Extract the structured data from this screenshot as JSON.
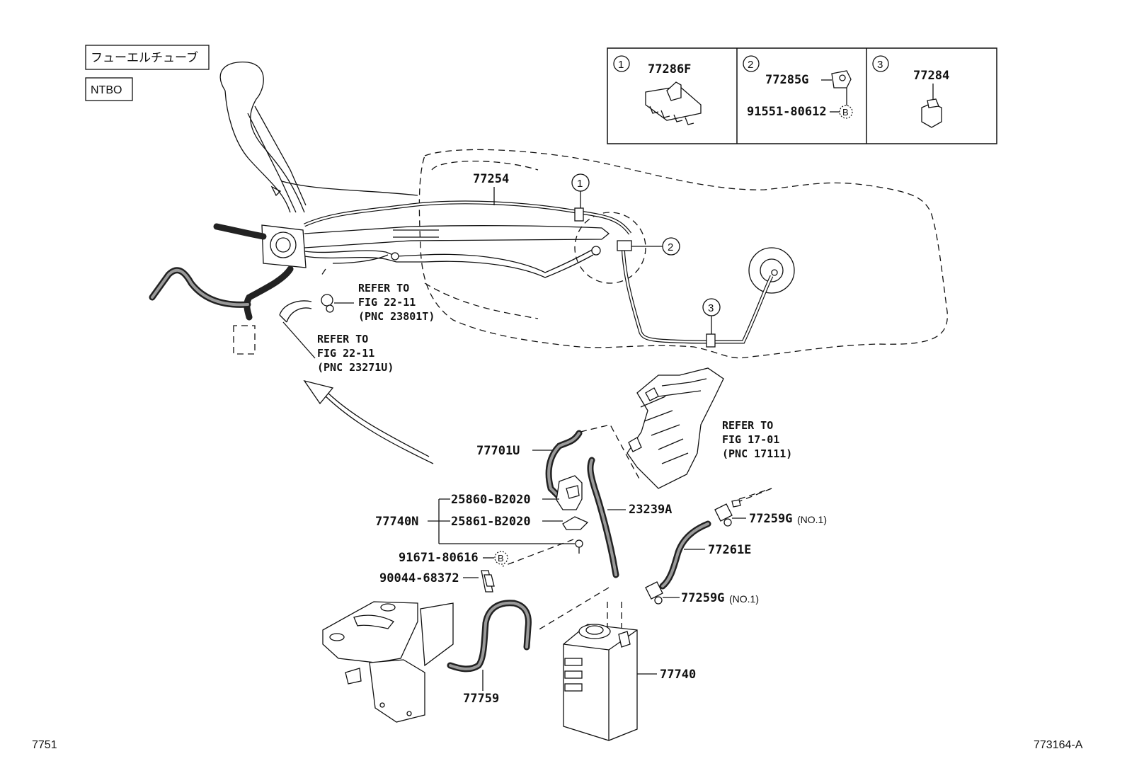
{
  "header_tags": {
    "fuel_tube": "フューエルチューブ",
    "ntbo": "NTBO"
  },
  "detail_box": [
    {
      "num": "1",
      "part": "77286F"
    },
    {
      "num": "2",
      "part": "77285G",
      "sub_part": "91551-80612",
      "sub_mark": "B"
    },
    {
      "num": "3",
      "part": "77284"
    }
  ],
  "callouts": {
    "c1": "1",
    "c2": "2",
    "c3": "3",
    "p77254": "77254",
    "p77701U": "77701U",
    "p25860": "25860-B2020",
    "p25861": "25861-B2020",
    "p77740N": "77740N",
    "p91671": "91671-80616",
    "p91671_mark": "B",
    "p90044": "90044-68372",
    "p23239A": "23239A",
    "p77259G_1": "77259G",
    "p77259G_1_note": "(NO.1)",
    "p77261E": "77261E",
    "p77259G_2": "77259G",
    "p77259G_2_note": "(NO.1)",
    "p77740": "77740",
    "p77759": "77759"
  },
  "references": {
    "r1": [
      "REFER TO",
      "FIG 22-11",
      "(PNC 23801T)"
    ],
    "r2": [
      "REFER TO",
      "FIG 22-11",
      "(PNC 23271U)"
    ],
    "r3": [
      "REFER TO",
      "FIG 17-01",
      "(PNC 17111)"
    ]
  },
  "footer": {
    "left_code": "7751",
    "right_code": "773164-A"
  }
}
